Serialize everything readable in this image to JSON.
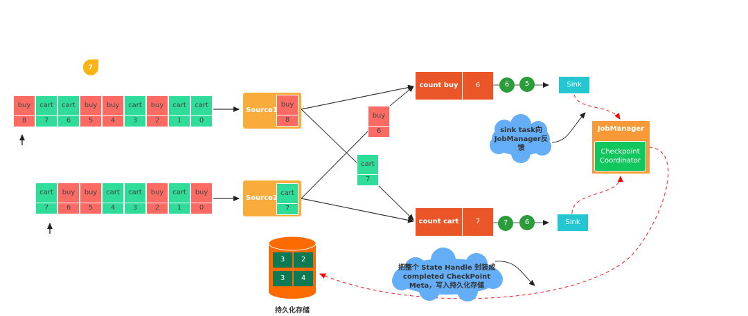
{
  "badge": {
    "value": "7",
    "color": "#fbb412"
  },
  "stream1": [
    {
      "type": "buy",
      "n": "8"
    },
    {
      "type": "cart",
      "n": "7"
    },
    {
      "type": "cart",
      "n": "6"
    },
    {
      "type": "buy",
      "n": "5"
    },
    {
      "type": "buy",
      "n": "4"
    },
    {
      "type": "cart",
      "n": "3"
    },
    {
      "type": "buy",
      "n": "2"
    },
    {
      "type": "cart",
      "n": "1"
    },
    {
      "type": "cart",
      "n": "0"
    }
  ],
  "stream2": [
    {
      "type": "cart",
      "n": "7"
    },
    {
      "type": "buy",
      "n": "6"
    },
    {
      "type": "buy",
      "n": "5"
    },
    {
      "type": "cart",
      "n": "4"
    },
    {
      "type": "cart",
      "n": "3"
    },
    {
      "type": "buy",
      "n": "2"
    },
    {
      "type": "cart",
      "n": "1"
    },
    {
      "type": "buy",
      "n": "0"
    }
  ],
  "sources": [
    {
      "label": "Source1",
      "item": {
        "type": "buy",
        "n": "8"
      }
    },
    {
      "label": "Source2",
      "item": {
        "type": "cart",
        "n": "7"
      }
    }
  ],
  "inflight": [
    {
      "type": "buy",
      "n": "6"
    },
    {
      "type": "cart",
      "n": "7"
    }
  ],
  "operators": [
    {
      "key": "count  buy",
      "value": "6",
      "records": [
        "6",
        "5"
      ],
      "sink": "Sink"
    },
    {
      "key": "count cart",
      "value": "7",
      "records": [
        "7",
        "6"
      ],
      "sink": "Sink"
    }
  ],
  "jobmanager": {
    "title": "JobManager",
    "coordinator_line1": "Checkpoint",
    "coordinator_line2": "Coordinator"
  },
  "cloud1": {
    "line1": "sink task向",
    "line2": "JobManager反",
    "line3": "馈"
  },
  "cloud2": {
    "line1": "把整个 State Handle 封装成",
    "line2": "completed CheckPoint",
    "line3": "Meta，写入持久化存储"
  },
  "storage": {
    "cells": [
      "3",
      "2",
      "3",
      "4"
    ],
    "label": "持久化存储"
  },
  "colors": {
    "buy": "#fb6b63",
    "cart": "#2fdc99",
    "source": "#f9ab3b",
    "operator": "#eb5628",
    "record": "#2a9c3a",
    "sink": "#23c7d2",
    "jobmanager": "#f99a38",
    "coordinator": "#11c65c",
    "storage": "#fb6b00",
    "cloud": "#64aef7",
    "dashed": "#f03a3a"
  }
}
